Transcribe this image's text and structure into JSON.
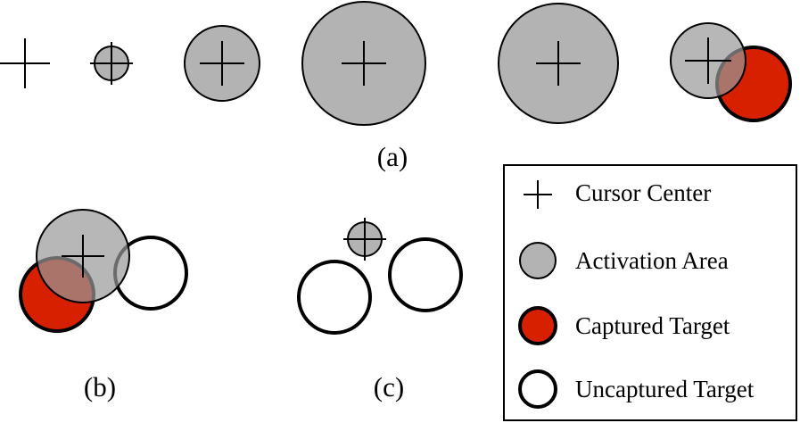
{
  "panels": {
    "a": {
      "label": "(a)"
    },
    "b": {
      "label": "(b)"
    },
    "c": {
      "label": "(c)"
    }
  },
  "legend": {
    "items": [
      {
        "icon": "crosshair-icon",
        "label": "Cursor Center"
      },
      {
        "icon": "gray-circle-icon",
        "label": "Activation Area"
      },
      {
        "icon": "red-circle-icon",
        "label": "Captured Target"
      },
      {
        "icon": "white-circle-icon",
        "label": "Uncaptured Target"
      }
    ]
  },
  "colors": {
    "activation_area": "#999999",
    "captured_target": "#d62000",
    "stroke": "#000000",
    "background": "#ffffff"
  }
}
